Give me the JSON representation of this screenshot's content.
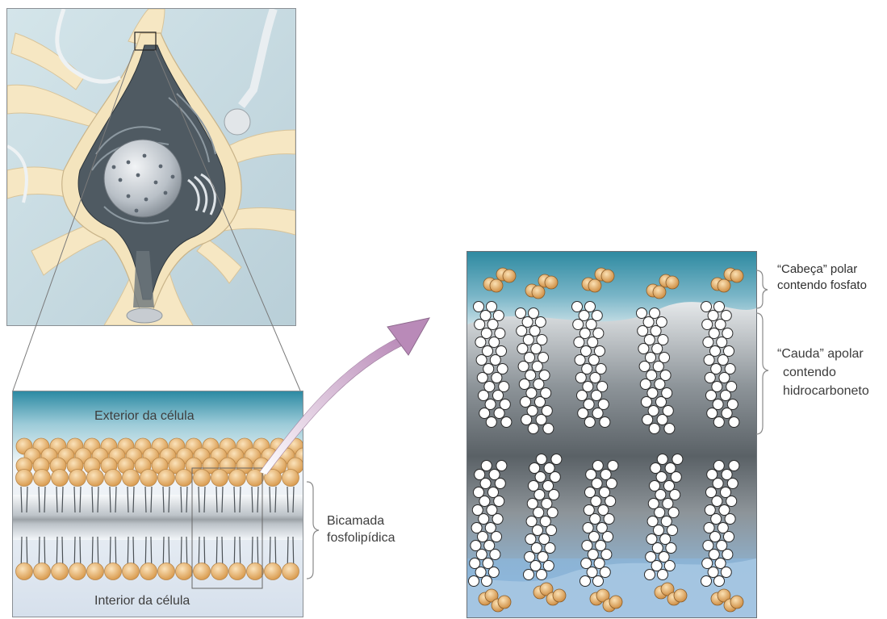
{
  "labels": {
    "exterior": "Exterior da célula",
    "interior": "Interior da célula",
    "bilayer_line1": "Bicamada",
    "bilayer_line2": "fosfolipídica",
    "head_line1": "“Cabeça” polar",
    "head_line2": "contendo fosfato",
    "tail_line1": "“Cauda” apolar",
    "tail_line2": "contendo",
    "tail_line3": "hidrocarboneto"
  },
  "colors": {
    "membrane_blue": "#2f8fa6",
    "lipid_head": "#e8b878",
    "cell_cream": "#f6e7c3",
    "arrow": "#c58fc0",
    "water_blue": "#7fb2d6"
  }
}
